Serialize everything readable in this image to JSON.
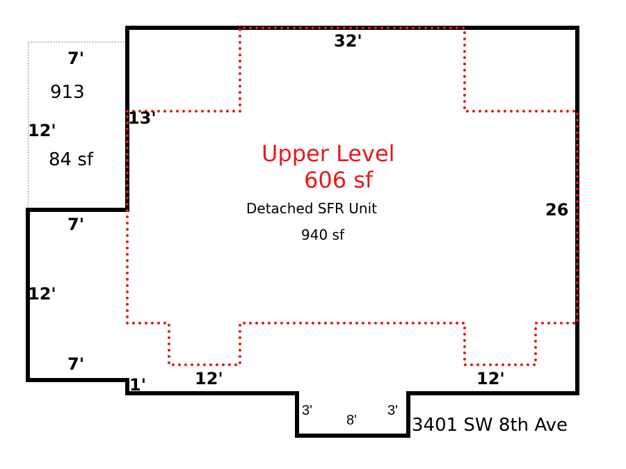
{
  "title": {
    "line1": "Upper Level",
    "line2": "606 sf"
  },
  "unit": {
    "label": "Detached SFR Unit",
    "area": "940 sf"
  },
  "annex": {
    "number": "913",
    "area": "84 sf",
    "width": "7'",
    "depth": "12'"
  },
  "dimensions": {
    "top": "32'",
    "right": "26",
    "inner_left": "13'",
    "left_lower_top": "7'",
    "left_lower_side": "12'",
    "left_lower_bottom": "7'",
    "step": "1'",
    "bottom_left": "12'",
    "bottom_right": "12'",
    "bump_left": "3'",
    "bump_bottom": "8'",
    "bump_right": "3'"
  },
  "address": "3401 SW 8th Ave",
  "colors": {
    "outline": "#000000",
    "upper_level": "#e8191a",
    "annex_outline": "#808080"
  }
}
